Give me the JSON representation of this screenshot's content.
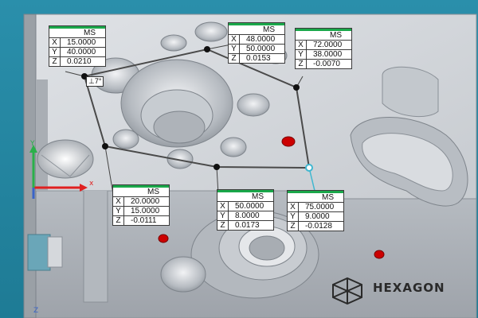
{
  "brand": {
    "name": "HEXAGON"
  },
  "angle_tag": "⊥7°",
  "axis": {
    "x": "x",
    "y": "Y",
    "z": "Z"
  },
  "callouts": [
    {
      "title": "MS",
      "rows": [
        {
          "axis": "X",
          "value": "15.0000"
        },
        {
          "axis": "Y",
          "value": "40.0000"
        },
        {
          "axis": "Z",
          "value": "0.0210"
        }
      ]
    },
    {
      "title": "MS",
      "rows": [
        {
          "axis": "X",
          "value": "48.0000"
        },
        {
          "axis": "Y",
          "value": "50.0000"
        },
        {
          "axis": "Z",
          "value": "0.0153"
        }
      ]
    },
    {
      "title": "MS",
      "rows": [
        {
          "axis": "X",
          "value": "72.0000"
        },
        {
          "axis": "Y",
          "value": "38.0000"
        },
        {
          "axis": "Z",
          "value": "-0.0070"
        }
      ]
    },
    {
      "title": "MS",
      "rows": [
        {
          "axis": "X",
          "value": "20.0000"
        },
        {
          "axis": "Y",
          "value": "15.0000"
        },
        {
          "axis": "Z",
          "value": "-0.0111"
        }
      ]
    },
    {
      "title": "MS",
      "rows": [
        {
          "axis": "X",
          "value": "50.0000"
        },
        {
          "axis": "Y",
          "value": "8.0000"
        },
        {
          "axis": "Z",
          "value": "0.0173"
        }
      ]
    },
    {
      "title": "MS",
      "rows": [
        {
          "axis": "X",
          "value": "75.0000"
        },
        {
          "axis": "Y",
          "value": "9.0000"
        },
        {
          "axis": "Z",
          "value": "-0.0128"
        }
      ]
    }
  ],
  "colors": {
    "background": "#1f7c98",
    "part": "#c9cdd2",
    "marker": "#cc0000",
    "callout_bar": "#1aa84a",
    "path": "#4a4a4a"
  }
}
